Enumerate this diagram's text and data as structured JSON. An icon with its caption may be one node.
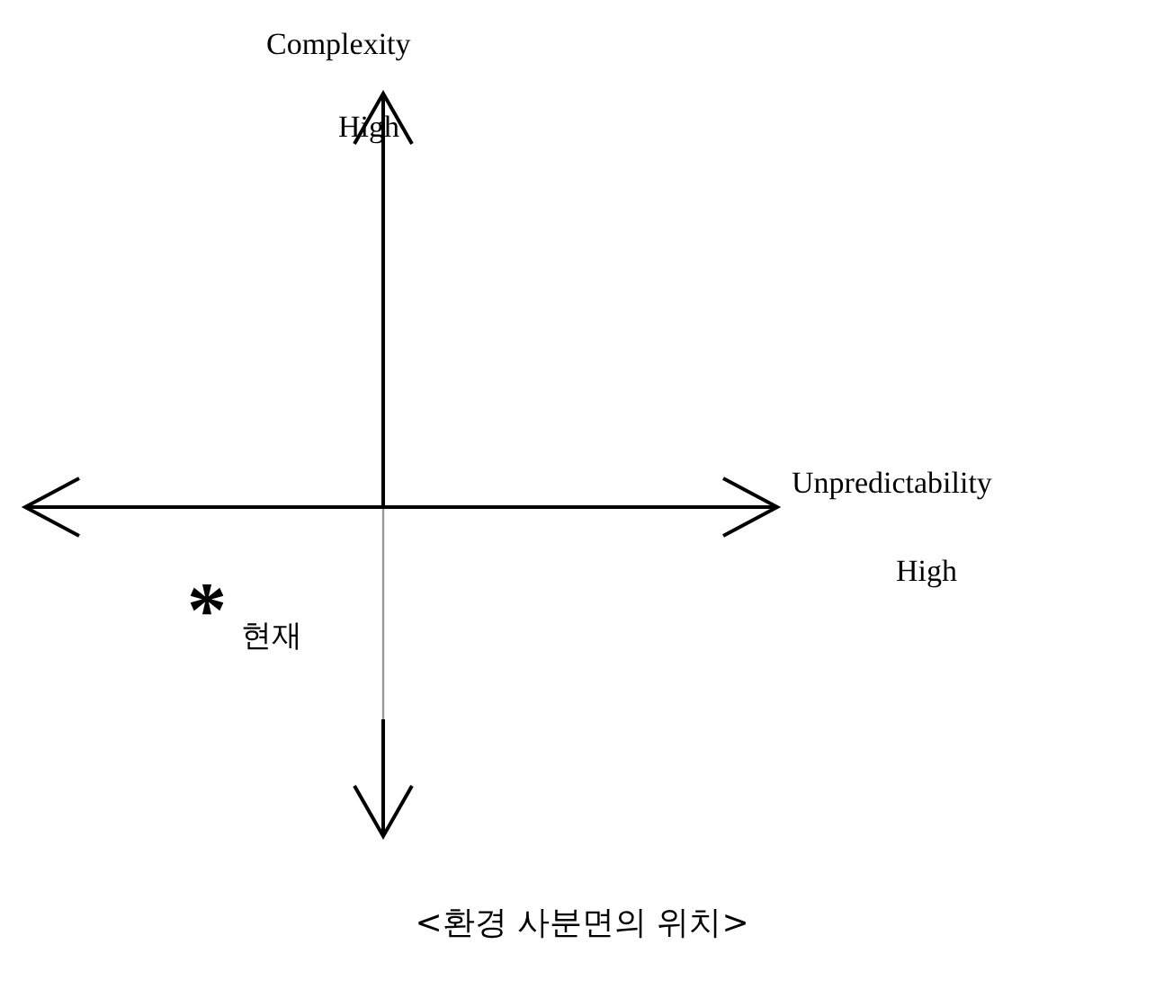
{
  "diagram": {
    "caption": "<환경 사분면의 위치>",
    "labels": [
      "Complexity",
      "High",
      "Unpredictability",
      "High",
      "*",
      "현재"
    ]
  }
}
